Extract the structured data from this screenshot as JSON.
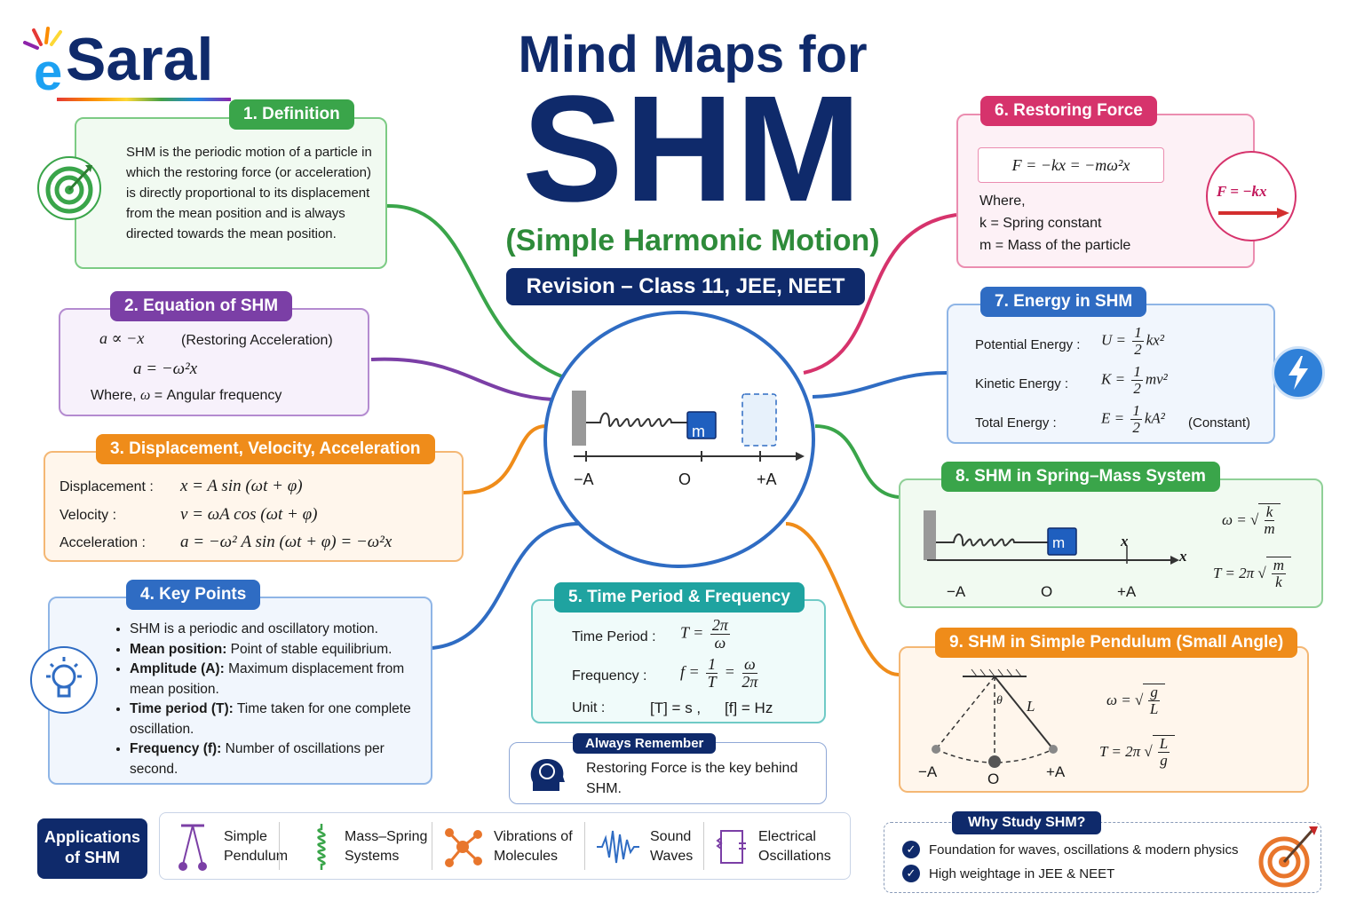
{
  "brand": {
    "logo_text": "Saral",
    "logo_prefix": "e"
  },
  "title": {
    "line1": "Mind Maps for",
    "line2": "SHM",
    "line3": "(Simple Harmonic Motion)",
    "banner": "Revision – Class 11, JEE, NEET"
  },
  "center": {
    "mass": "m",
    "left": "−A",
    "mid": "O",
    "right": "+A"
  },
  "definition": {
    "tag": "1. Definition",
    "text": "SHM is the periodic motion of a particle in which the restoring force (or acceleration) is directly proportional to its displacement from the mean position and is always directed towards the mean position."
  },
  "equation": {
    "tag": "2. Equation of SHM",
    "line1": "a ∝ −x",
    "line1_note": "(Restoring Acceleration)",
    "line2": "a = −ω²x",
    "line3_pre": "Where,",
    "line3_sym": "ω",
    "line3_post": "= Angular frequency"
  },
  "dva": {
    "tag": "3. Displacement, Velocity, Acceleration",
    "rows": [
      {
        "label": "Displacement :",
        "eq": "x = A sin (ωt + φ)"
      },
      {
        "label": "Velocity :",
        "eq": "v = ωA cos (ωt + φ)"
      },
      {
        "label": "Acceleration :",
        "eq": "a = −ω² A sin (ωt + φ) = −ω²x"
      }
    ]
  },
  "keypoints": {
    "tag": "4. Key Points",
    "items": [
      {
        "bold": "",
        "text": "SHM is a periodic and oscillatory motion."
      },
      {
        "bold": "Mean position:",
        "text": " Point of stable equilibrium."
      },
      {
        "bold": "Amplitude (A):",
        "text": " Maximum displacement from mean position."
      },
      {
        "bold": "Time period (T):",
        "text": " Time taken for one complete oscillation."
      },
      {
        "bold": "Frequency (f):",
        "text": " Number of oscillations per second."
      }
    ]
  },
  "timeperiod": {
    "tag": "5. Time Period & Frequency",
    "tp_label": "Time Period :",
    "tp_lhs": "T =",
    "tp_num": "2π",
    "tp_den": "ω",
    "f_label": "Frequency :",
    "f_lhs": "f =",
    "f_num1": "1",
    "f_den1": "T",
    "f_num2": "ω",
    "f_den2": "2π",
    "unit_label": "Unit :",
    "unit_T": "[T] = s ,",
    "unit_f": "[f] = Hz"
  },
  "remember": {
    "tag": "Always Remember",
    "text": "Restoring Force is the key behind SHM."
  },
  "restoring": {
    "tag": "6. Restoring Force",
    "eq": "F = −kx = −mω²x",
    "where": "Where,",
    "k_line": "k = Spring constant",
    "m_line": "m = Mass of the particle",
    "circle_eq": "F = −kx"
  },
  "energy": {
    "tag": "7. Energy in SHM",
    "pe_label": "Potential Energy :",
    "pe_lhs": "U =",
    "pe_rhs": "kx²",
    "ke_label": "Kinetic Energy :",
    "ke_lhs": "K =",
    "ke_rhs": "mv²",
    "te_label": "Total Energy :",
    "te_lhs": "E =",
    "te_rhs": "kA²",
    "te_note": "(Constant)",
    "half_num": "1",
    "half_den": "2"
  },
  "springmass": {
    "tag": "8. SHM in Spring–Mass System",
    "mass": "m",
    "x_mark": "x",
    "axis": "x",
    "left": "−A",
    "mid": "O",
    "right": "+A",
    "omega_lhs": "ω =",
    "omega_num": "k",
    "omega_den": "m",
    "T_lhs": "T = 2π",
    "T_num": "m",
    "T_den": "k"
  },
  "pendulum": {
    "tag": "9. SHM in Simple Pendulum (Small Angle)",
    "theta": "θ",
    "L": "L",
    "left": "−A",
    "mid": "O",
    "right": "+A",
    "omega_lhs": "ω =",
    "omega_num": "g",
    "omega_den": "L",
    "T_lhs": "T = 2π",
    "T_num": "L",
    "T_den": "g"
  },
  "applications": {
    "title": "Applications of SHM",
    "items": [
      "Simple Pendulum",
      "Mass–Spring Systems",
      "Vibrations of Molecules",
      "Sound Waves",
      "Electrical Oscillations"
    ]
  },
  "why": {
    "tag": "Why Study SHM?",
    "items": [
      "Foundation for waves, oscillations & modern physics",
      "High weightage in JEE & NEET"
    ]
  },
  "colors": {
    "navy": "#0f2a6b",
    "green": "#3aa54a",
    "purple": "#7b3fa6",
    "orange": "#ef8c1a",
    "blue": "#2f6cc3",
    "teal": "#1fa3a0",
    "pink": "#d6336c"
  }
}
